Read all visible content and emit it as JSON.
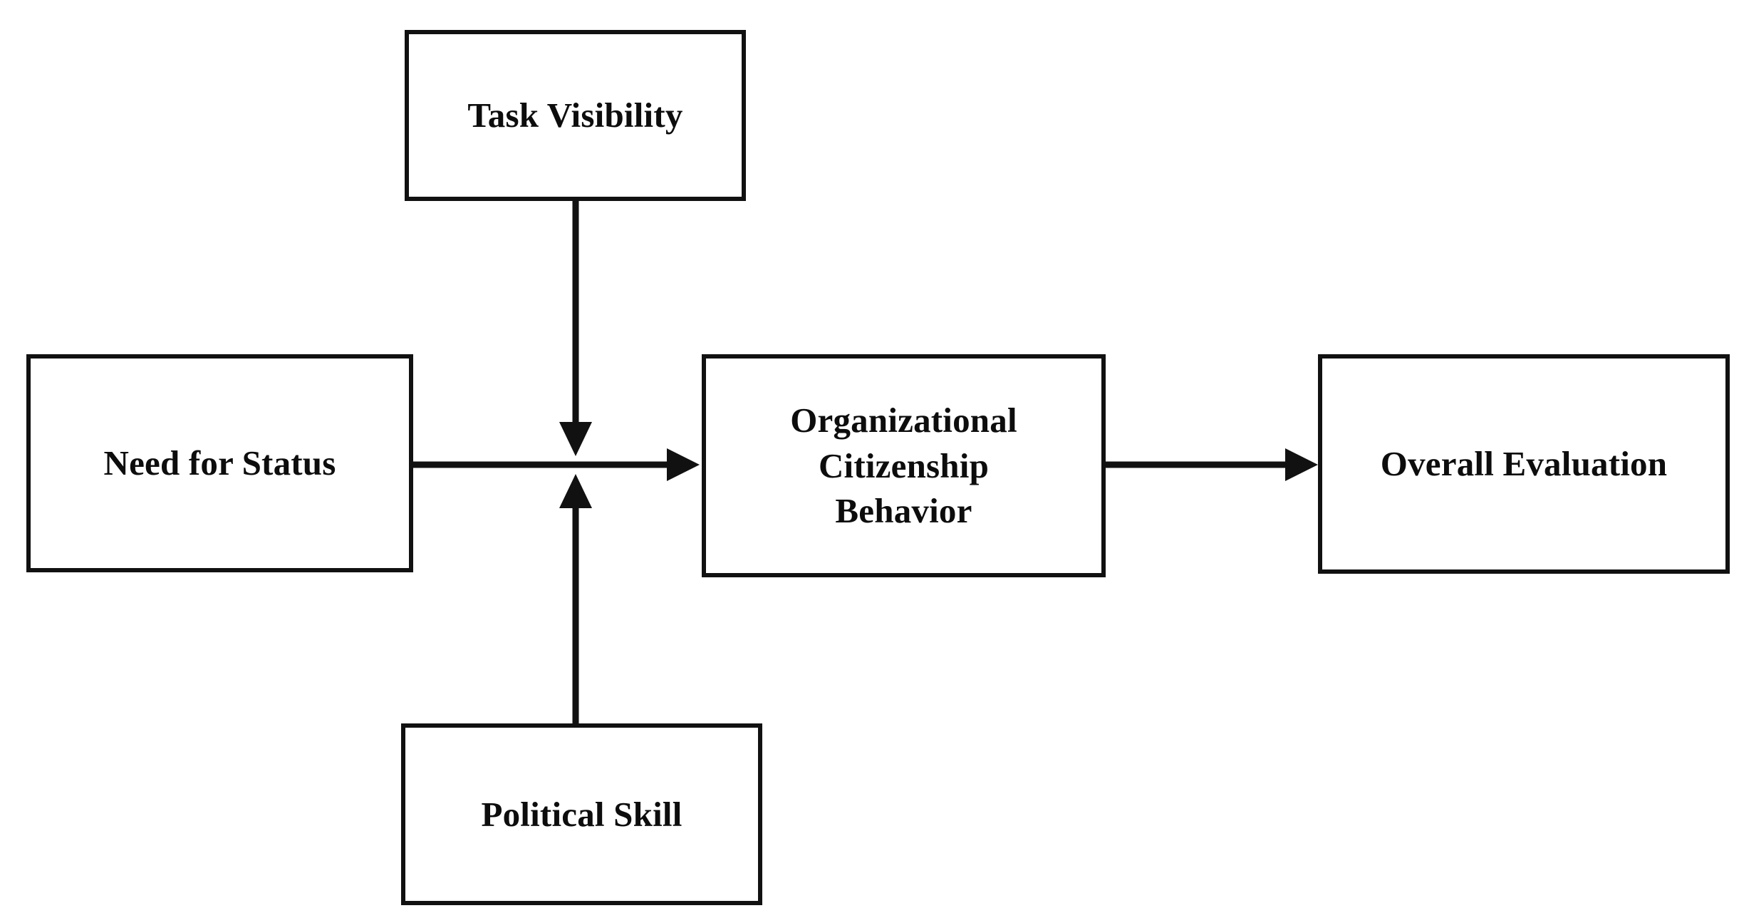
{
  "diagram": {
    "type": "conceptual-model-flow-diagram",
    "title": "",
    "background_color": "#ffffff",
    "line_color": "#111111",
    "text_color": "#0d0d0d",
    "nodes": [
      {
        "id": "task-visibility",
        "label": "Task Visibility",
        "role": "moderator",
        "position": "top-center"
      },
      {
        "id": "need-for-status",
        "label": "Need for Status",
        "role": "predictor",
        "position": "left"
      },
      {
        "id": "organizational-citizenship-behavior",
        "label": "Organizational\nCitizenship\nBehavior",
        "role": "mediator",
        "position": "center"
      },
      {
        "id": "overall-evaluation",
        "label": "Overall Evaluation",
        "role": "outcome",
        "position": "right"
      },
      {
        "id": "political-skill",
        "label": "Political Skill",
        "role": "moderator",
        "position": "bottom-center"
      }
    ],
    "edges": [
      {
        "id": "need-for-status-to-ocb",
        "from": "need-for-status",
        "to": "organizational-citizenship-behavior",
        "direction": "right",
        "arrowhead": true
      },
      {
        "id": "ocb-to-overall-evaluation",
        "from": "organizational-citizenship-behavior",
        "to": "overall-evaluation",
        "direction": "right",
        "arrowhead": true
      },
      {
        "id": "task-visibility-moderation",
        "from": "task-visibility",
        "to": "need-for-status-to-ocb",
        "direction": "down",
        "arrowhead": true
      },
      {
        "id": "political-skill-moderation",
        "from": "political-skill",
        "to": "need-for-status-to-ocb",
        "direction": "up",
        "arrowhead": true
      }
    ]
  }
}
